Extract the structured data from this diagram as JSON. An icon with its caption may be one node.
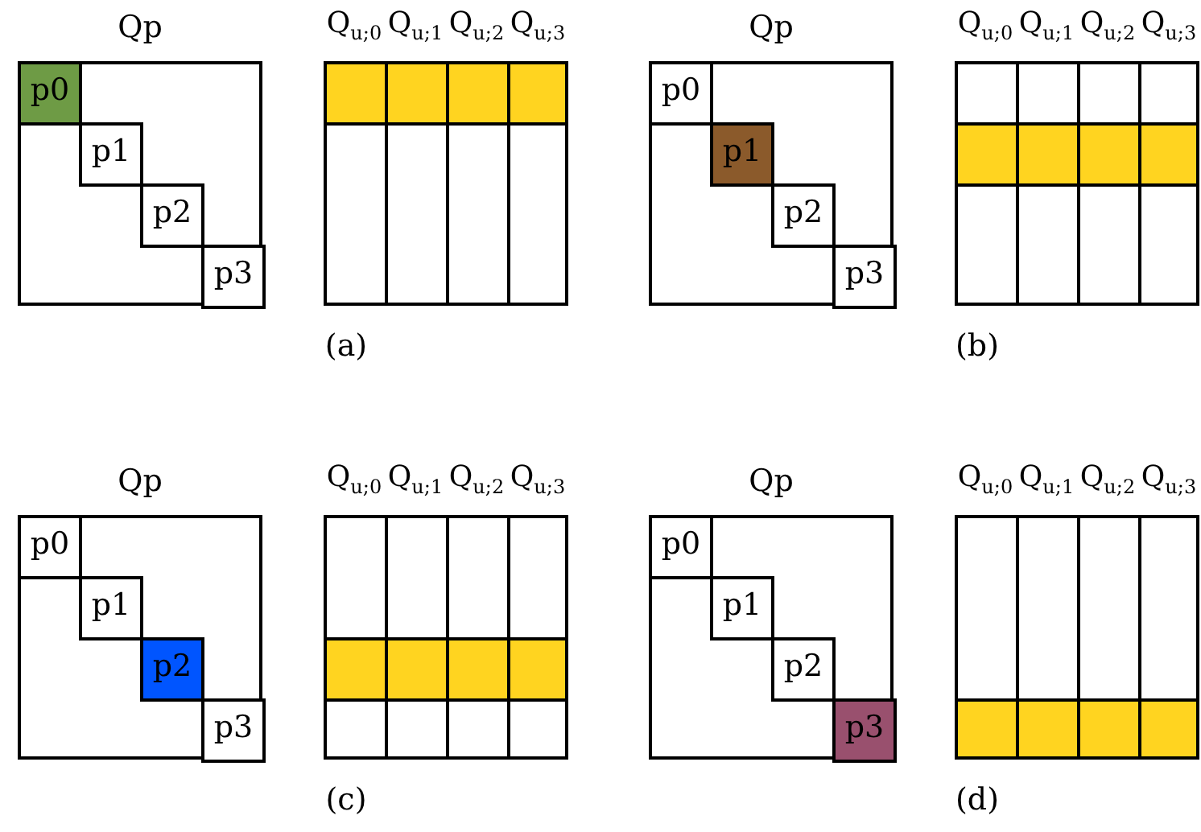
{
  "diagram": {
    "nodes": [
      {
        "text": [
          "Qp"
        ]
      },
      {
        "text": [
          "p0"
        ],
        "in": 0
      },
      {
        "text": [
          "p1"
        ],
        "in": 0
      },
      {
        "text": [
          "p2"
        ],
        "in": 0
      },
      {
        "text": [
          "p3"
        ],
        "in": 0
      },
      {
        "text": [],
        "shape": "box"
      },
      {
        "text": [
          "Qp"
        ]
      },
      {
        "text": [
          "p0"
        ],
        "in": 6
      },
      {
        "text": [
          "p1"
        ],
        "in": 6
      },
      {
        "text": [
          "p2"
        ],
        "in": 6
      },
      {
        "text": [
          "p3"
        ],
        "in": 6
      },
      {
        "text": [],
        "shape": "box"
      },
      {
        "text": [
          "Qp"
        ]
      },
      {
        "text": [
          "p0"
        ],
        "in": 12
      },
      {
        "text": [
          "p1"
        ],
        "in": 12
      },
      {
        "text": [
          "p2"
        ],
        "in": 12
      },
      {
        "text": [
          "p3"
        ],
        "in": 12
      },
      {
        "text": [],
        "shape": "box"
      },
      {
        "text": [
          "Qp"
        ]
      },
      {
        "text": [
          "p0"
        ],
        "in": 18
      },
      {
        "text": [
          "p1"
        ],
        "in": 18
      },
      {
        "text": [
          "p2"
        ],
        "in": 18
      },
      {
        "text": [
          "p3"
        ],
        "in": 18
      },
      {
        "text": [],
        "shape": "box"
      }
    ],
    "labels": [
      "Q$_{u;0}$",
      "Q$_{u;1}$",
      "Q$_{u;2}$",
      "Q$_{u;3}$",
      "Q$_{u;0}$",
      "Q$_{u;1}$",
      "Q$_{u;2}$",
      "Q$_{u;3}$",
      "(a)",
      "(b)",
      "Q$_{u;0}$",
      "Q$_{u;1}$",
      "Q$_{u;2}$",
      "Q$_{u;3}$",
      "Q$_{u;0}$",
      "Q$_{u;1}$",
      "Q$_{u;2}$",
      "Q$_{u;3}$",
      "(c)",
      "(d)"
    ]
  }
}
